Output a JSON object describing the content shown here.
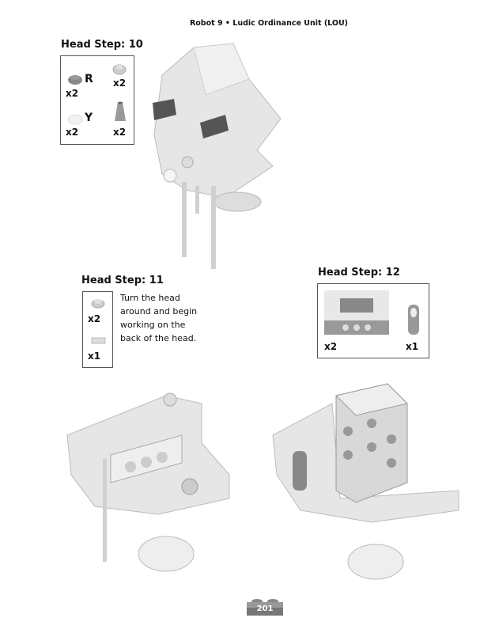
{
  "header": {
    "title": "Robot 9 • Ludic Ordinance Unit (LOU)"
  },
  "steps": [
    {
      "title": "Head Step: 10",
      "parts": [
        {
          "icon": "round-plate-dark",
          "label": "R",
          "qty": "x2"
        },
        {
          "icon": "round-plate-light",
          "qty": "x2"
        },
        {
          "icon": "round-plate-white",
          "label": "Y",
          "qty": "x2"
        },
        {
          "icon": "cone",
          "qty": "x2"
        }
      ]
    },
    {
      "title": "Head Step: 11",
      "instruction": "Turn the head around and begin working on the back of the head.",
      "parts": [
        {
          "icon": "round-plate-light",
          "qty": "x2"
        },
        {
          "icon": "pin",
          "qty": "x1"
        }
      ]
    },
    {
      "title": "Head Step: 12",
      "parts": [
        {
          "icon": "technic-brick-with-holes",
          "qty": "x2"
        },
        {
          "icon": "technic-pin-connector",
          "qty": "x1"
        }
      ]
    }
  ],
  "footer": {
    "page_number": "201"
  }
}
